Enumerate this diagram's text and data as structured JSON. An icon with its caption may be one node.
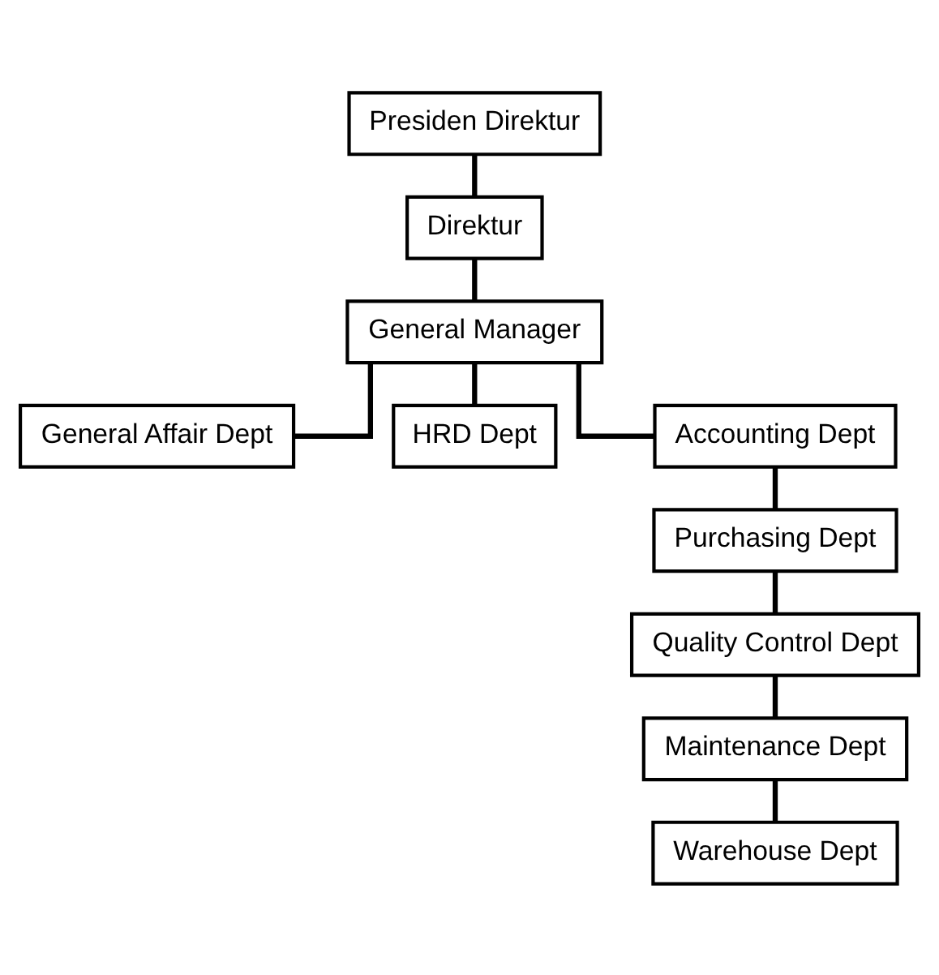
{
  "diagram": {
    "nodes": [
      {
        "text": [
          "Presiden Direktur"
        ]
      },
      {
        "text": [
          "Direktur"
        ]
      },
      {
        "text": [
          "General Manager"
        ]
      },
      {
        "text": [
          "General Affair Dept"
        ]
      },
      {
        "text": [
          "HRD Dept"
        ]
      },
      {
        "text": [
          "Accounting Dept"
        ]
      },
      {
        "text": [
          "Purchasing Dept"
        ]
      },
      {
        "text": [
          "Quality Control Dept"
        ]
      },
      {
        "text": [
          "Maintenance Dept"
        ]
      },
      {
        "text": [
          "Warehouse Dept"
        ]
      }
    ],
    "edges": [
      {
        "from": 0,
        "to": 1,
        "arrow": "none"
      },
      {
        "from": 1,
        "to": 2,
        "arrow": "none"
      },
      {
        "from": 2,
        "to": 3,
        "arrow": "none"
      },
      {
        "from": 2,
        "to": 4,
        "arrow": "none"
      },
      {
        "from": 2,
        "to": 5,
        "arrow": "none"
      },
      {
        "from": 5,
        "to": 6,
        "arrow": "none"
      },
      {
        "from": 6,
        "to": 7,
        "arrow": "none"
      },
      {
        "from": 7,
        "to": 8,
        "arrow": "none"
      },
      {
        "from": 8,
        "to": 9,
        "arrow": "none"
      }
    ]
  }
}
